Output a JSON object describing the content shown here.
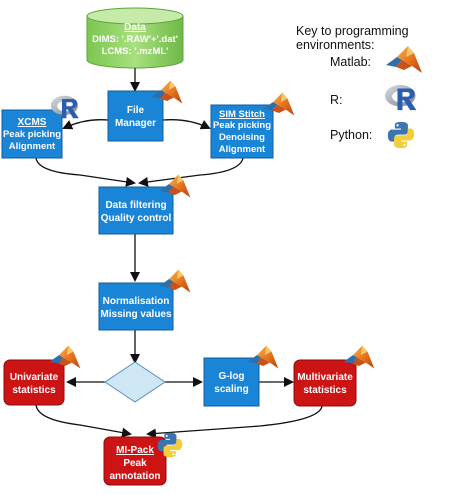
{
  "colors": {
    "blue": "#1a84d6",
    "blue_border": "#0f5e9e",
    "red": "#cc1414",
    "red_border": "#8c0c0c",
    "green": "#8fd468",
    "green_top": "#c6eaa8",
    "diamond": "#cfe6f5",
    "arrow": "#111111"
  },
  "data_source": {
    "title": "Data",
    "line1": "DIMS: '.RAW'+'.dat'",
    "line2": "LCMS: '.mzML'"
  },
  "nodes": {
    "file_manager": [
      "File",
      "Manager"
    ],
    "xcms": [
      "XCMS",
      "Peak picking",
      "Alignment"
    ],
    "sim_stitch": [
      "SIM Stitch",
      "Peak picking",
      "Denoising",
      "Alignment"
    ],
    "data_filtering": [
      "Data filtering",
      "Quality control"
    ],
    "normalisation": [
      "Normalisation",
      "Missing values"
    ],
    "glog": [
      "G-log",
      "scaling"
    ],
    "univariate": [
      "Univariate",
      "statistics"
    ],
    "multivariate": [
      "Multivariate",
      "statistics"
    ],
    "mipack": [
      "MI-Pack",
      "Peak",
      "annotation"
    ]
  },
  "key": {
    "title": "Key to programming environments:",
    "matlab": "Matlab:",
    "r": "R:",
    "python": "Python:"
  },
  "icons": {
    "matlab": "matlab-logo-icon",
    "r": "r-logo-icon",
    "python": "python-logo-icon"
  }
}
